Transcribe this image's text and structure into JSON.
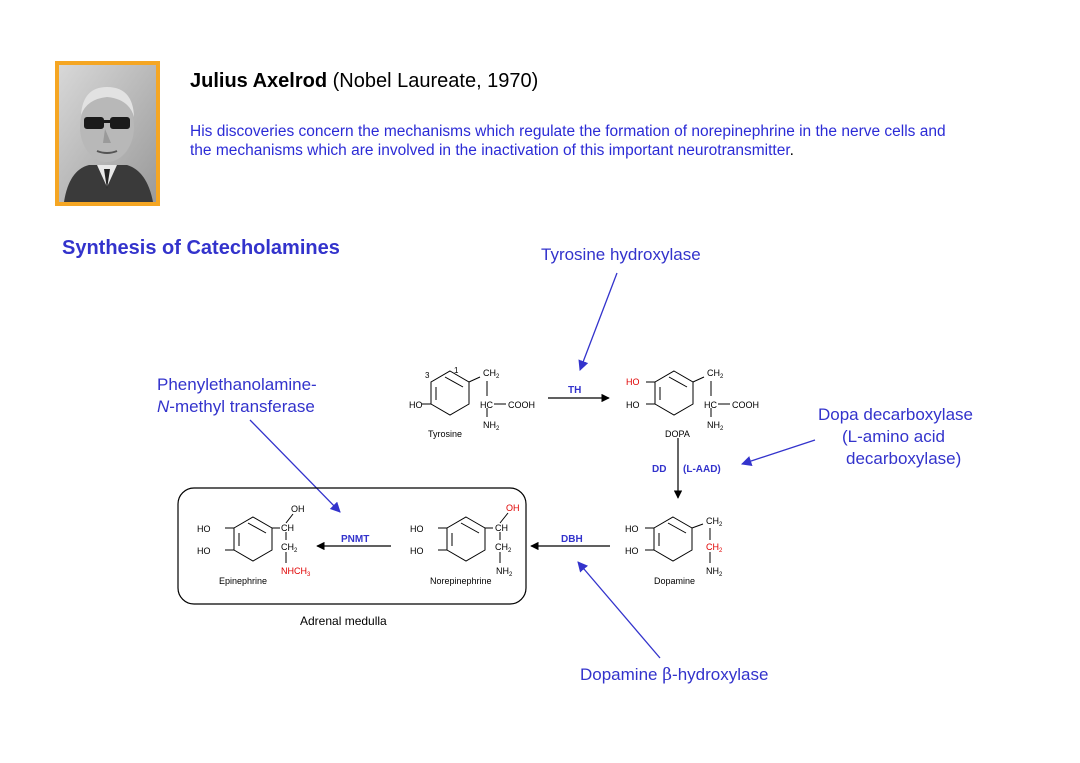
{
  "header": {
    "name": "Julius Axelrod",
    "note": " (Nobel Laureate, 1970)",
    "description": "His discoveries concern the mechanisms which regulate the formation of norepinephrine in the nerve cells and the mechanisms which are involved in the inactivation of this important neurotransmitter",
    "period": "."
  },
  "section_title": "Synthesis of Catecholamines",
  "enzymes": {
    "th": "Tyrosine hydroxylase",
    "pnmt_1": "Phenylethanolamine-",
    "pnmt_2_n": "N",
    "pnmt_2_rest": "-methyl transferase",
    "dd_1": "Dopa decarboxylase",
    "dd_2": "(L-amino acid",
    "dd_3": "decarboxylase)",
    "dbh_prefix": "Dopamine ",
    "dbh_beta": "β",
    "dbh_suffix": "-hydroxylase"
  },
  "step_labels": {
    "th": "TH",
    "dd": "DD",
    "laad": "(L-AAD)",
    "dbh": "DBH",
    "pnmt": "PNMT"
  },
  "compounds": {
    "tyrosine": "Tyrosine",
    "dopa": "DOPA",
    "dopamine": "Dopamine",
    "norepinephrine": "Norepinephrine",
    "epinephrine": "Epinephrine"
  },
  "groups": {
    "ho": "HO",
    "oh": "OH",
    "ch2": "CH",
    "ch": "CH",
    "hc": "HC",
    "cooh": "COOH",
    "nh2": "NH",
    "nhch": "NHCH",
    "sub2": "2",
    "sub3": "3",
    "num1": "1",
    "num3": "3"
  },
  "box_label": "Adrenal medulla",
  "colors": {
    "enzyme_text": "#3333cc",
    "description_text": "#2b2bd6",
    "highlight": "#e00000",
    "portrait_frame": "#f5a623"
  }
}
